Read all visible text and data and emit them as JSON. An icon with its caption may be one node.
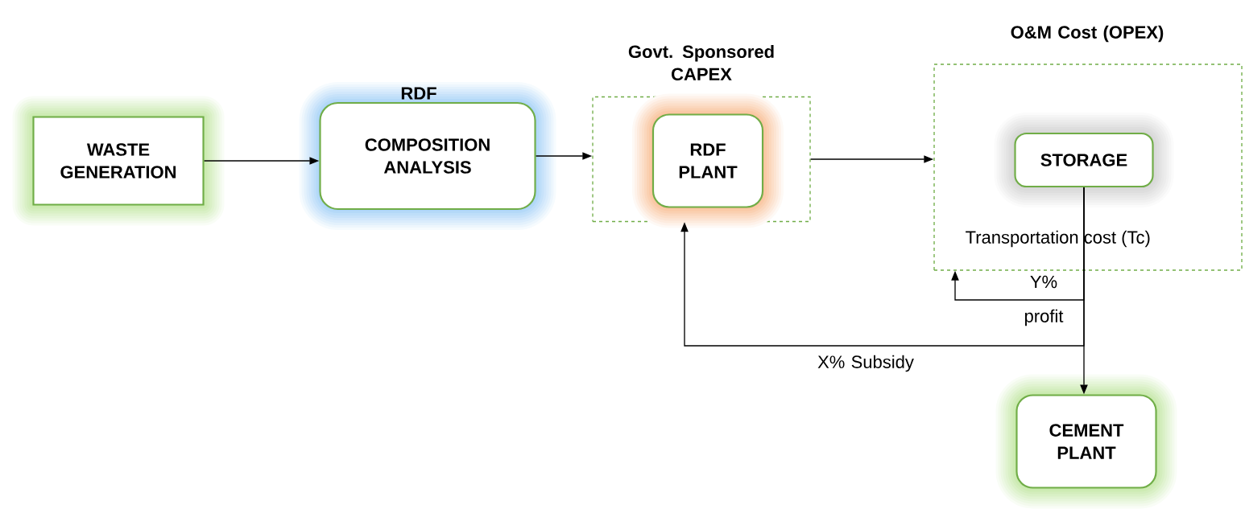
{
  "diagram": {
    "nodes": [
      {
        "text": [
          "WASTE GENERATION"
        ]
      },
      {
        "text": [
          "COMPOSITION ANALYSIS"
        ],
        "beside": [
          "RDF"
        ]
      },
      {
        "text": [
          "Govt. Sponsored CAPEX"
        ]
      },
      {
        "text": [
          "RDF PLANT"
        ],
        "in": 2
      },
      {
        "text": [
          "O&M Cost (OPEX)",
          "Transportation cost (Tc)"
        ]
      },
      {
        "text": [
          "STORAGE"
        ],
        "in": 4
      },
      {
        "text": [
          "CEMENT PLANT"
        ]
      }
    ],
    "edges": [
      {
        "from": 0,
        "to": 1,
        "arrow": "to"
      },
      {
        "from": 1,
        "to": 2,
        "arrow": "to"
      },
      {
        "from": 2,
        "to": 4,
        "arrow": "to"
      },
      {
        "from": 5,
        "to": 6,
        "arrow": "to"
      },
      {
        "from": 5,
        "to": 2,
        "arrow": "to",
        "label": "X% Subsidy"
      },
      {
        "from": 5,
        "to": 4,
        "arrow": "to",
        "label": "Y% profit"
      }
    ]
  }
}
